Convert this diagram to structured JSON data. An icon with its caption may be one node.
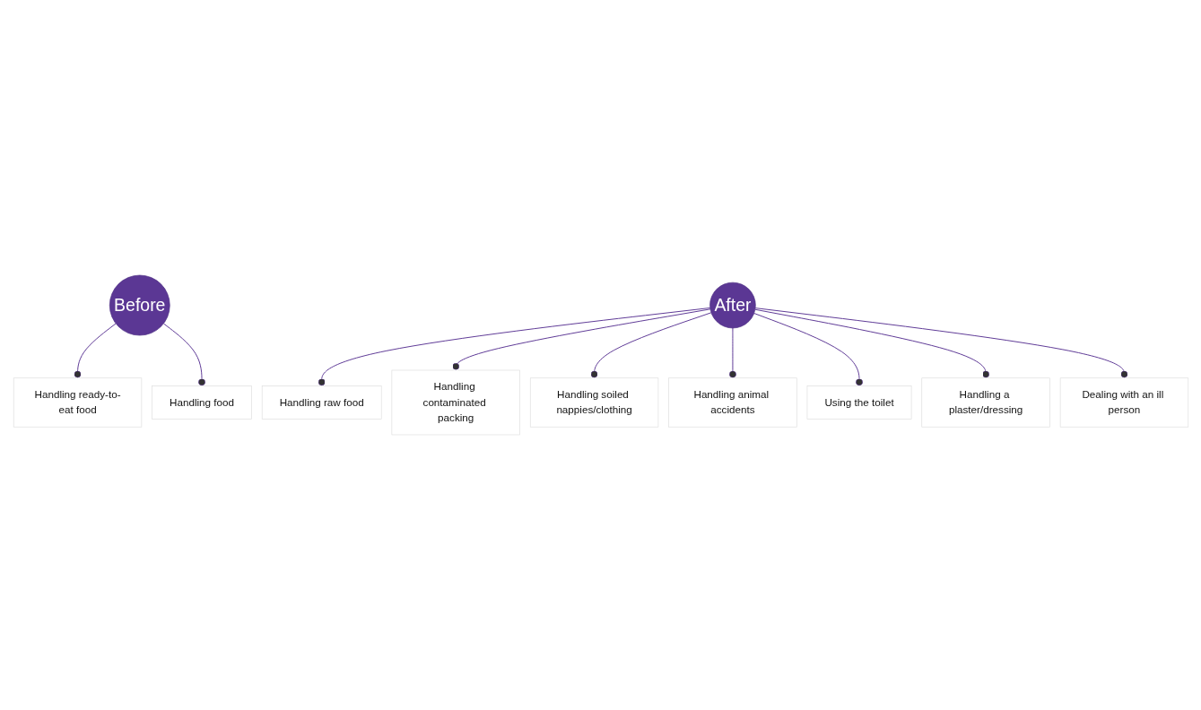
{
  "diagram": {
    "nodes": [
      {
        "text": [
          "Before"
        ]
      },
      {
        "text": [
          "Handling ready-to-eat food"
        ]
      },
      {
        "text": [
          "Handling food"
        ]
      },
      {
        "text": [
          "After"
        ]
      },
      {
        "text": [
          "Handling raw food"
        ]
      },
      {
        "text": [
          "Handling contaminated packing"
        ]
      },
      {
        "text": [
          "Handling soiled nappies/clothing"
        ]
      },
      {
        "text": [
          "Handling animal accidents"
        ]
      },
      {
        "text": [
          "Using the toilet"
        ]
      },
      {
        "text": [
          "Handling a plaster/dressing"
        ]
      },
      {
        "text": [
          "Dealing with an ill person"
        ]
      }
    ],
    "edges": [
      {
        "from": 0,
        "to": 1,
        "arrow": "other"
      },
      {
        "from": 0,
        "to": 2,
        "arrow": "other"
      },
      {
        "from": 3,
        "to": 4,
        "arrow": "other"
      },
      {
        "from": 3,
        "to": 5,
        "arrow": "other"
      },
      {
        "from": 3,
        "to": 6,
        "arrow": "other"
      },
      {
        "from": 3,
        "to": 7,
        "arrow": "other"
      },
      {
        "from": 3,
        "to": 8,
        "arrow": "other"
      },
      {
        "from": 3,
        "to": 9,
        "arrow": "other"
      },
      {
        "from": 3,
        "to": 10,
        "arrow": "other"
      }
    ]
  }
}
